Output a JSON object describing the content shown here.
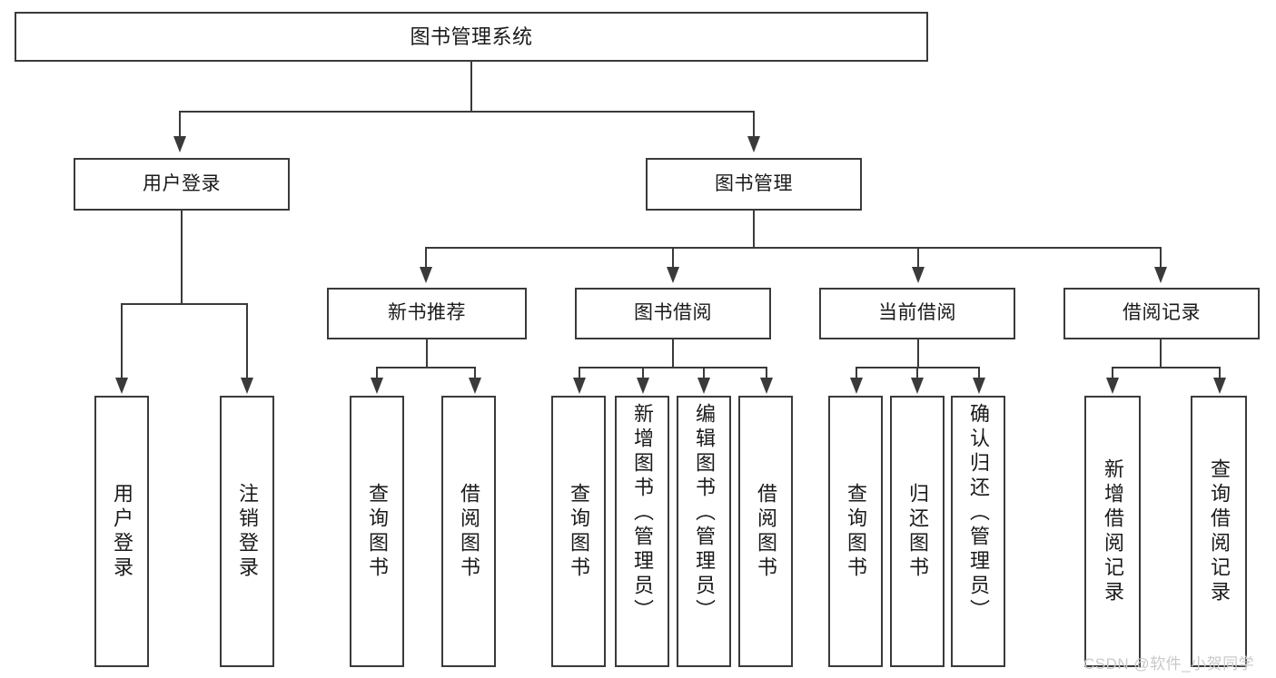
{
  "diagram": {
    "type": "tree-hierarchy-flowchart",
    "title": "图书管理系统",
    "root": {
      "id": "root",
      "label": "图书管理系统"
    },
    "level1": [
      {
        "id": "user-login",
        "label": "用户登录"
      },
      {
        "id": "book-management",
        "label": "图书管理"
      }
    ],
    "level2": [
      {
        "id": "new-book-recommend",
        "label": "新书推荐",
        "parent": "book-management"
      },
      {
        "id": "book-borrow",
        "label": "图书借阅",
        "parent": "book-management"
      },
      {
        "id": "current-borrow",
        "label": "当前借阅",
        "parent": "book-management"
      },
      {
        "id": "borrow-record",
        "label": "借阅记录",
        "parent": "book-management"
      }
    ],
    "leaves": {
      "user_login": [
        {
          "id": "leaf-user-login",
          "label": "用户登录"
        },
        {
          "id": "leaf-logout-login",
          "label": "注销登录"
        }
      ],
      "new_book_recommend": [
        {
          "id": "leaf-query-book-1",
          "label": "查询图书"
        },
        {
          "id": "leaf-borrow-book-1",
          "label": "借阅图书"
        }
      ],
      "book_borrow": [
        {
          "id": "leaf-query-book-2",
          "label": "查询图书"
        },
        {
          "id": "leaf-add-book",
          "label": "新增图书（管理员）"
        },
        {
          "id": "leaf-edit-book",
          "label": "编辑图书（管理员）"
        },
        {
          "id": "leaf-borrow-book-2",
          "label": "借阅图书"
        }
      ],
      "current_borrow": [
        {
          "id": "leaf-query-book-3",
          "label": "查询图书"
        },
        {
          "id": "leaf-return-book",
          "label": "归还图书"
        },
        {
          "id": "leaf-confirm-return",
          "label": "确认归还（管理员）"
        }
      ],
      "borrow_record": [
        {
          "id": "leaf-add-record",
          "label": "新增借阅记录"
        },
        {
          "id": "leaf-query-record",
          "label": "查询借阅记录"
        }
      ]
    }
  },
  "watermark": {
    "text": "CSDN @软件_小贺同学"
  },
  "colors": {
    "stroke": "#3a3a3a",
    "text": "#1a1a1a",
    "background": "#ffffff",
    "watermark": "#c9c9c9"
  }
}
